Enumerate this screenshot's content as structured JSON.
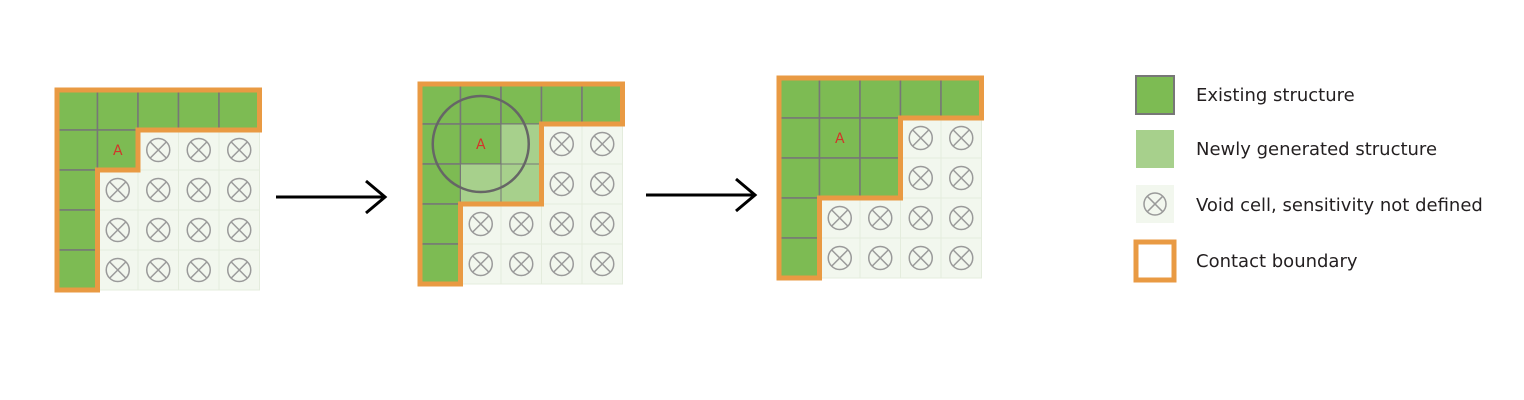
{
  "colors": {
    "existing": "#7dbb53",
    "new": "#a7d08c",
    "void": "#f2f7ee",
    "grid_void": "#e4ecdd",
    "grid_struct": "#777777",
    "boundary": "#e99a43",
    "void_symbol": "#9a9a9a",
    "label": "#d2352a",
    "arrow": "#000000",
    "circle": "#666666"
  },
  "diagram": {
    "panels": [
      {
        "id": "panel-1",
        "cell_label": "A",
        "grid": [
          "EEEEE",
          "EEVVV",
          "EVVVV",
          "EVVVV",
          "EVVVV"
        ]
      },
      {
        "id": "panel-2",
        "cell_label": "A",
        "grid": [
          "EEEEE",
          "EENVV",
          "ENNVV",
          "EVVVV",
          "EVVVV"
        ]
      },
      {
        "id": "panel-3",
        "cell_label": "A",
        "grid": [
          "EEEEE",
          "EEEVV",
          "EEEVV",
          "EVVVV",
          "EVVVV"
        ]
      }
    ]
  },
  "legend": {
    "items": [
      {
        "kind": "existing",
        "label": "Existing structure"
      },
      {
        "kind": "new",
        "label": "Newly generated structure"
      },
      {
        "kind": "void",
        "label": "Void cell, sensitivity not defined"
      },
      {
        "kind": "boundary",
        "label": "Contact boundary"
      }
    ]
  }
}
